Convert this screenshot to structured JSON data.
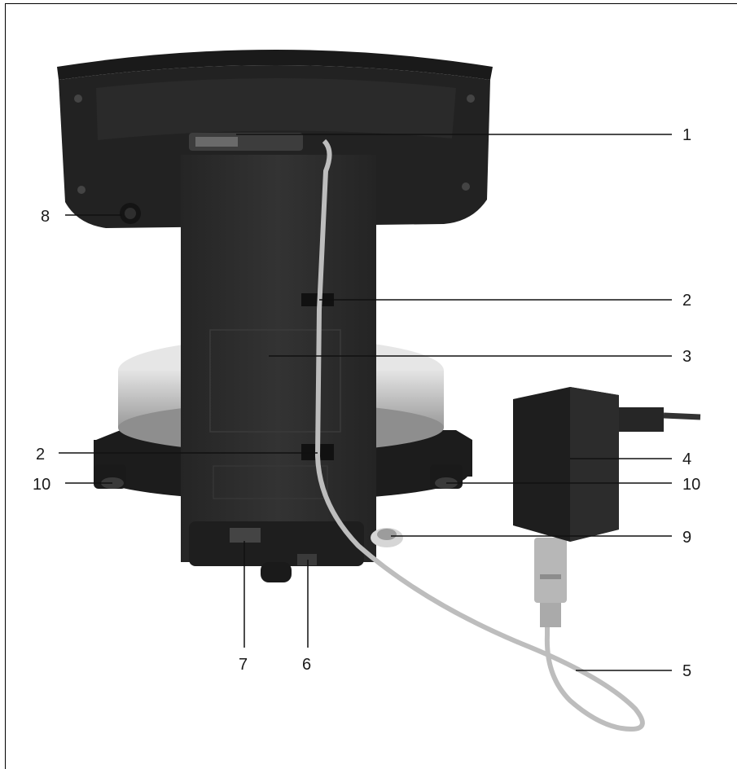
{
  "callouts": {
    "c1": "1",
    "c2a": "2",
    "c3": "3",
    "c2b": "2",
    "c4": "4",
    "c10a": "10",
    "c10b": "10",
    "c9": "9",
    "c5": "5",
    "c6": "6",
    "c7": "7",
    "c8": "8"
  },
  "colors": {
    "body": "#2c2c2c",
    "dark": "#1e1e1e",
    "pan": "#c8c8c8",
    "cable": "#bdbdbd",
    "line": "#111111"
  }
}
